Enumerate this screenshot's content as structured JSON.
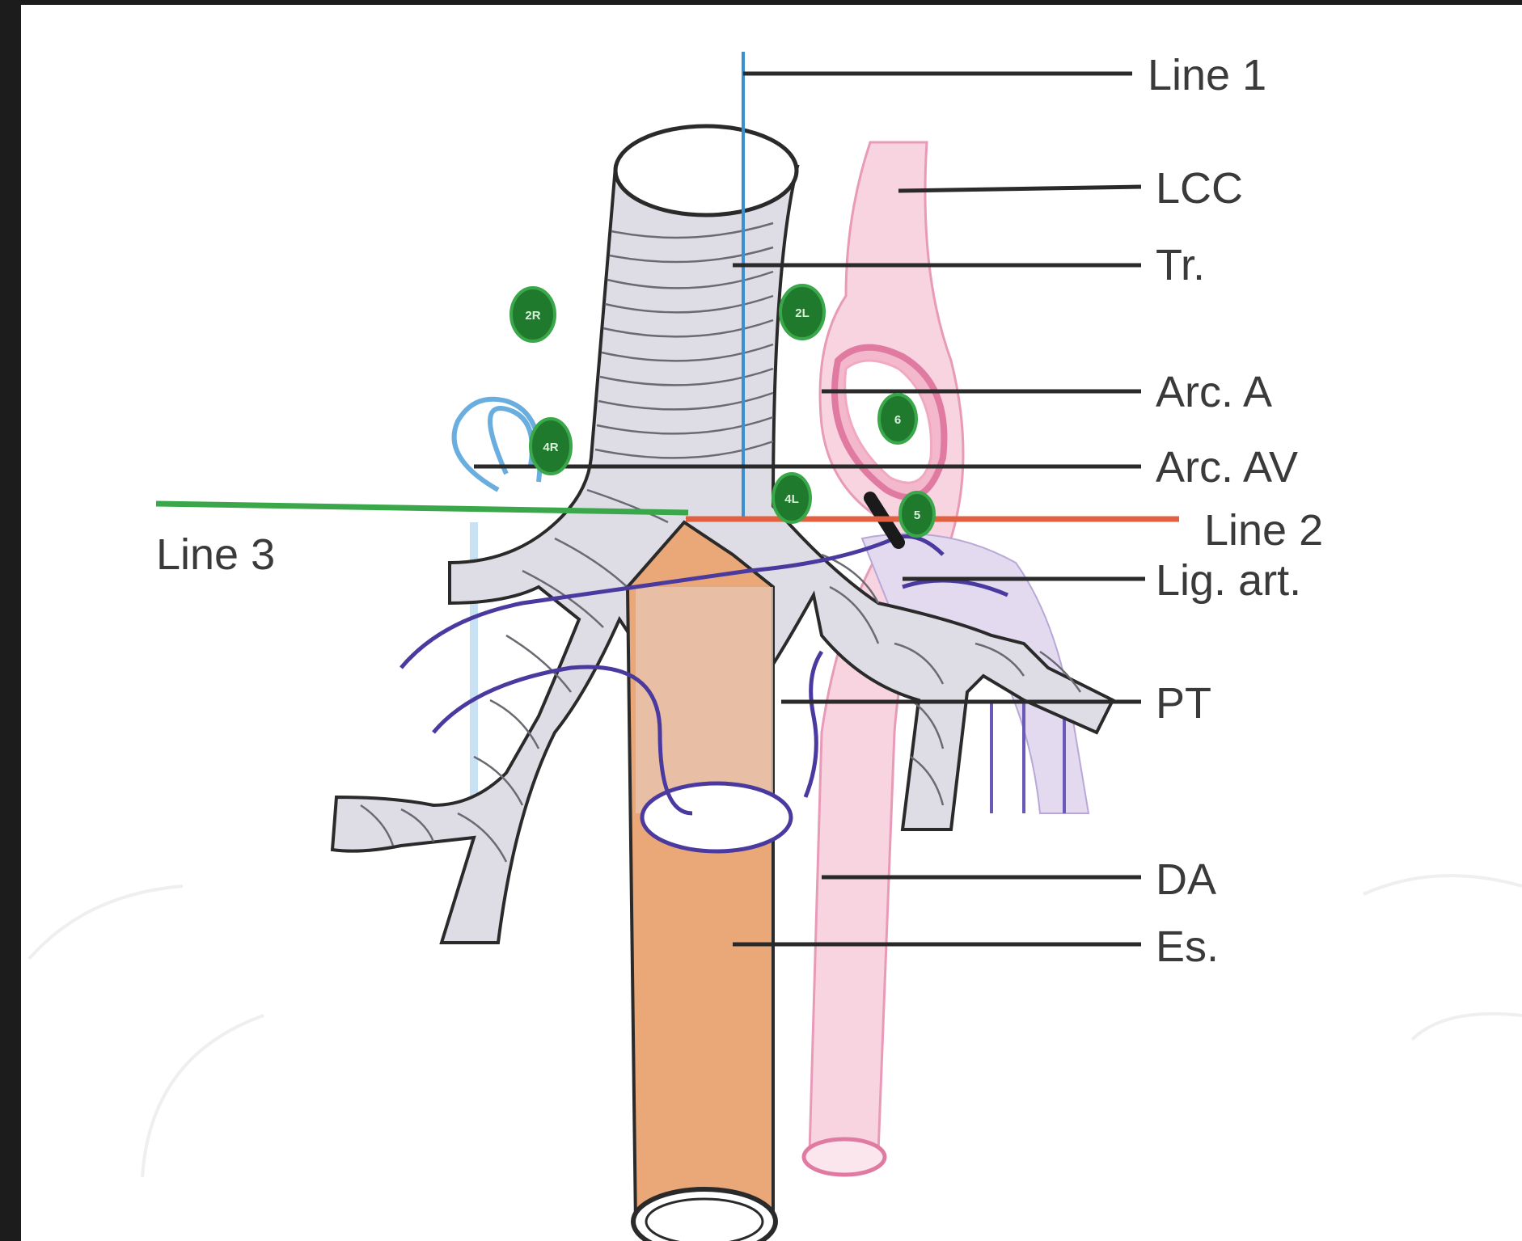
{
  "figure": {
    "labels": {
      "line1": "Line 1",
      "lcc": "LCC",
      "tr": "Tr.",
      "arc_a": "Arc. A",
      "arc_av": "Arc. AV",
      "line2": "Line 2",
      "lig_art": "Lig. art.",
      "pt": "PT",
      "da": "DA",
      "es": "Es.",
      "line3": "Line 3"
    },
    "nodes": {
      "n2r": "2R",
      "n2l": "2L",
      "n4r": "4R",
      "n4l": "4L",
      "n6": "6",
      "n5": "5"
    },
    "colors": {
      "background": "#ffffff",
      "frame": "#1c1c1c",
      "line1": "#3a8fd0",
      "line2": "#e0603f",
      "line3": "#3aa84a",
      "node_fill": "#1f7a2e",
      "trachea_fill": "#dcdbe3",
      "esophagus_fill": "#e9a877",
      "aorta_fill": "#f5c9d8",
      "aorta_stroke": "#e07aa0",
      "azygos_stroke": "#5aa0d8",
      "nerve_stroke": "#4a3aa0",
      "pulmonary_fill": "#d7cde8"
    }
  }
}
